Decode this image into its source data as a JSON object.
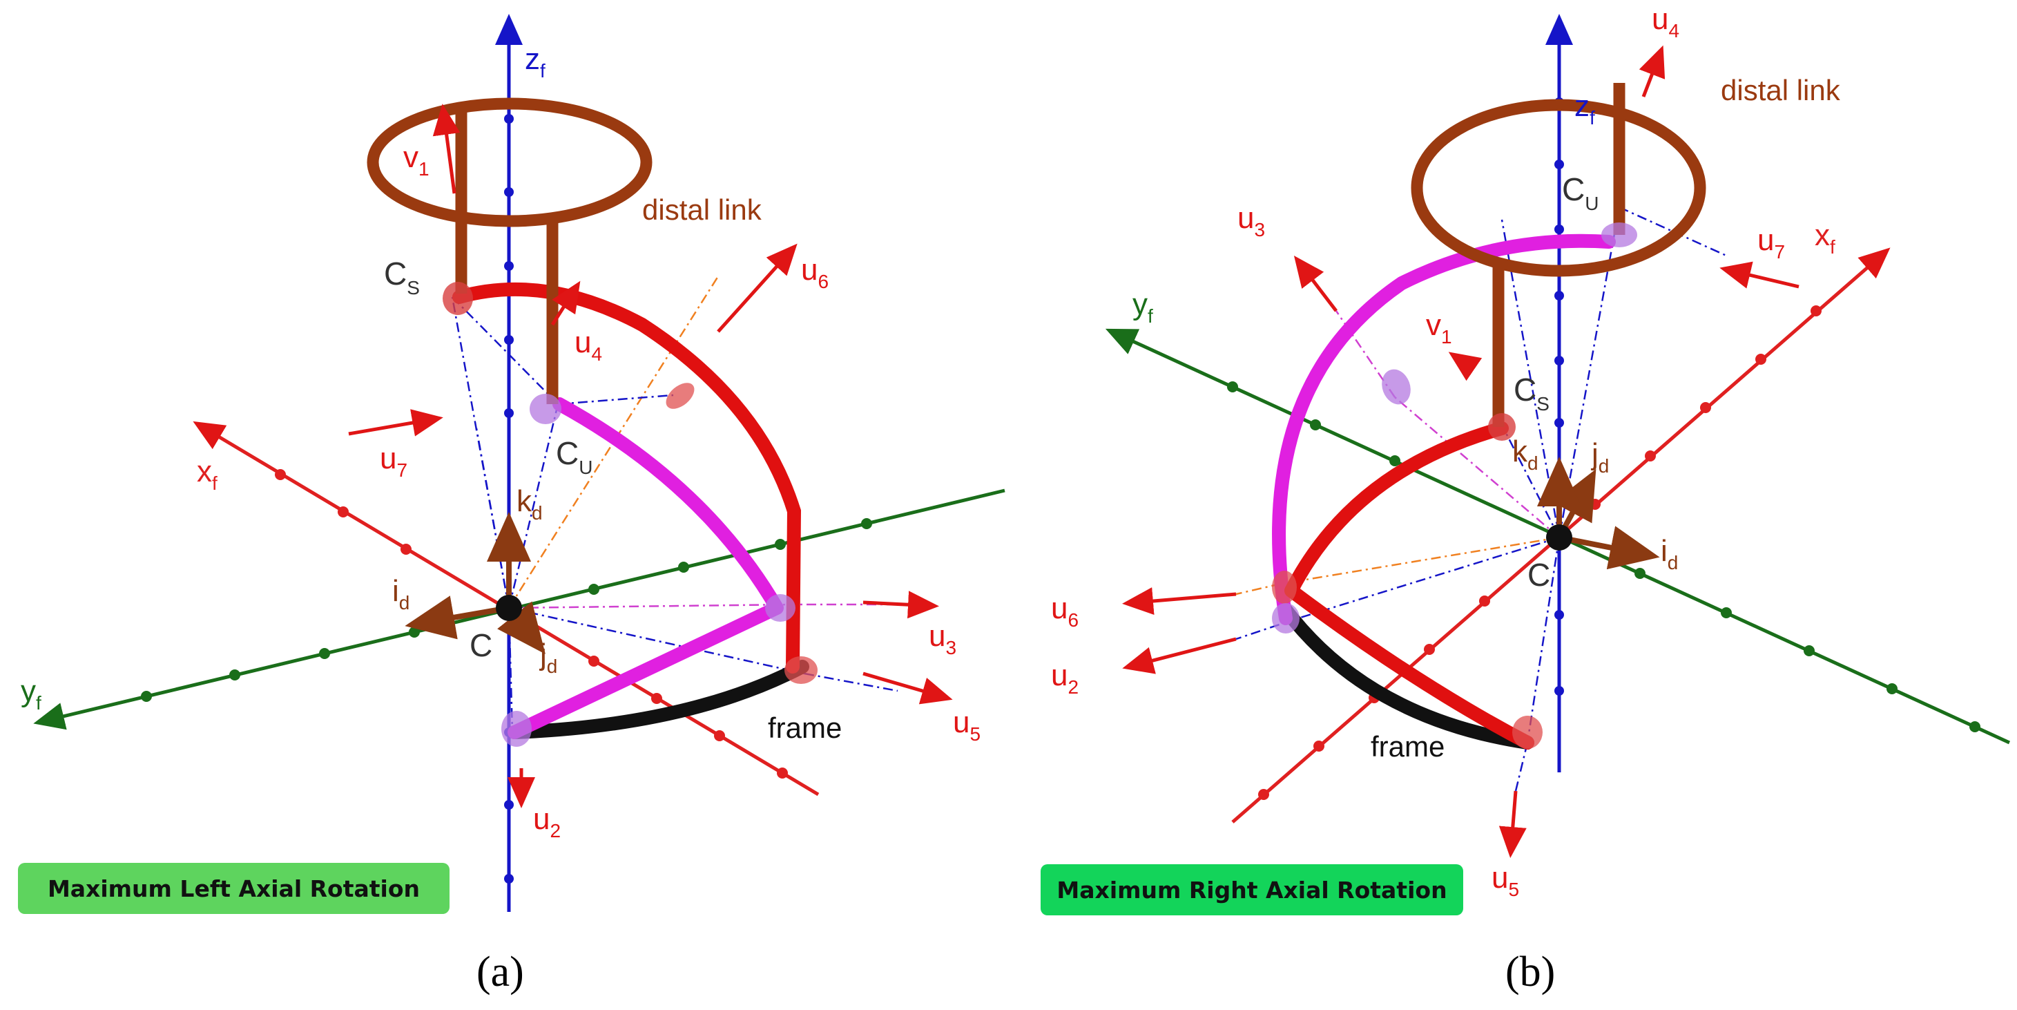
{
  "colors": {
    "x_axis": "#e02020",
    "y_axis": "#1a6e1a",
    "z_axis": "#1515c8",
    "vector": "#e01515",
    "distal": "#9a3a10",
    "brown_vec": "#8b3a12",
    "magenta": "#e020e0",
    "red_link": "#e01010",
    "frame_link": "#111111",
    "badge_a": "#5ed45e",
    "badge_b": "#13d45a"
  },
  "panel_a": {
    "axes": {
      "x": "x",
      "x_sub": "f",
      "y": "y",
      "y_sub": "f",
      "z": "z",
      "z_sub": "f"
    },
    "vectors": [
      {
        "id": "u1",
        "name": "v",
        "sub": "1",
        "color": "red"
      },
      {
        "id": "u2",
        "name": "u",
        "sub": "2"
      },
      {
        "id": "u3",
        "name": "u",
        "sub": "3"
      },
      {
        "id": "u4",
        "name": "u",
        "sub": "4"
      },
      {
        "id": "u5",
        "name": "u",
        "sub": "5"
      },
      {
        "id": "u6",
        "name": "u",
        "sub": "6"
      },
      {
        "id": "u7",
        "name": "u",
        "sub": "7"
      }
    ],
    "unit_vectors": {
      "i": "i",
      "i_sub": "d",
      "j": "j",
      "j_sub": "d",
      "k": "k",
      "k_sub": "d"
    },
    "points": {
      "c": "C",
      "cs": "C",
      "cs_sub": "S",
      "cu": "C",
      "cu_sub": "U"
    },
    "distal_label": "distal link",
    "frame_label": "frame",
    "badge": "Maximum Left Axial Rotation",
    "caption": "(a)"
  },
  "panel_b": {
    "axes": {
      "x": "x",
      "x_sub": "f",
      "y": "y",
      "y_sub": "f",
      "z": "z",
      "z_sub": "f"
    },
    "vectors": [
      {
        "id": "v1",
        "name": "v",
        "sub": "1"
      },
      {
        "id": "u2",
        "name": "u",
        "sub": "2"
      },
      {
        "id": "u3",
        "name": "u",
        "sub": "3"
      },
      {
        "id": "u4",
        "name": "u",
        "sub": "4"
      },
      {
        "id": "u5",
        "name": "u",
        "sub": "5"
      },
      {
        "id": "u6",
        "name": "u",
        "sub": "6"
      },
      {
        "id": "u7",
        "name": "u",
        "sub": "7"
      }
    ],
    "unit_vectors": {
      "i": "i",
      "i_sub": "d",
      "j": "j",
      "j_sub": "d",
      "k": "k",
      "k_sub": "d"
    },
    "points": {
      "c": "C",
      "cs": "C",
      "cs_sub": "S",
      "cu": "C",
      "cu_sub": "U"
    },
    "distal_label": "distal link",
    "frame_label": "frame",
    "badge": "Maximum Right Axial Rotation",
    "caption": "(b)"
  }
}
